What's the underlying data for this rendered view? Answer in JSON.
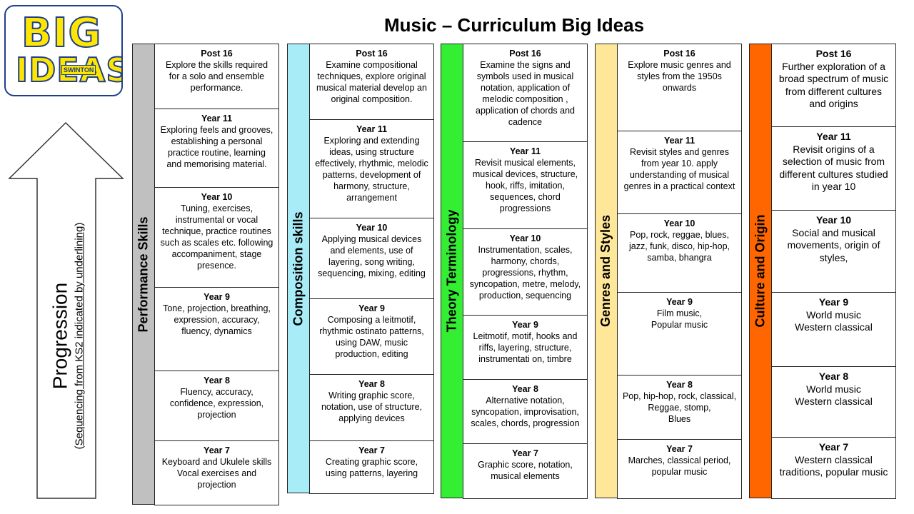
{
  "title": "Music – Curriculum Big Ideas",
  "logo": {
    "big": "BIG",
    "ideas": "IDEAS",
    "school": "SWINTON"
  },
  "progression": {
    "title": "Progression",
    "subtitle_prefix": "(",
    "subtitle_underlined": "Sequencing from KS2 indicated by underlining",
    "subtitle_suffix": ")"
  },
  "colors": {
    "performance": "#c0c0c0",
    "composition": "#a8ecf8",
    "theory": "#33ee33",
    "genres": "#ffe79a",
    "culture": "#ff6600",
    "border": "#222222",
    "logo_yellow": "#ffe600",
    "logo_blue": "#1f3f8a"
  },
  "columns": [
    {
      "key": "performance",
      "label": "Performance Skills",
      "cells": [
        {
          "year": "Post 16",
          "text": "Explore the skills required for a solo and ensemble performance."
        },
        {
          "year": "Year 11",
          "text": "Exploring feels and grooves, establishing a personal practice routine, learning and memorising material."
        },
        {
          "year": "Year 10",
          "text": "Tuning, exercises, instrumental or vocal technique, practice routines such as scales etc.  following accompaniment, stage presence."
        },
        {
          "year": "Year 9",
          "text": "Tone, projection, breathing, expression, accuracy, fluency, dynamics"
        },
        {
          "year": "Year 8",
          "text": "Fluency, accuracy, confidence, expression, projection"
        },
        {
          "year": "Year 7",
          "text": "Keyboard and Ukulele skills\nVocal exercises and projection"
        }
      ]
    },
    {
      "key": "composition",
      "label": "Composition skills",
      "cells": [
        {
          "year": "Post 16",
          "text": "Examine compositional techniques, explore original musical material develop an original composition."
        },
        {
          "year": "Year 11",
          "text": "Exploring and extending ideas, using structure effectively, rhythmic, melodic patterns,  development of harmony, structure, arrangement"
        },
        {
          "year": "Year 10",
          "text": "Applying musical devices and elements, use of layering, song writing, sequencing, mixing, editing"
        },
        {
          "year": "Year 9",
          "text": "Composing a leitmotif, rhythmic  ostinato patterns, using DAW, music production, editing"
        },
        {
          "year": "Year 8",
          "text": "Writing graphic score, notation, use of structure, applying devices"
        },
        {
          "year": "Year 7",
          "text": "Creating graphic score, using patterns, layering"
        }
      ]
    },
    {
      "key": "theory",
      "label": "Theory Terminology",
      "cells": [
        {
          "year": "Post 16",
          "text": "Examine the signs and symbols used in musical notation, application of melodic composition , application of chords and cadence"
        },
        {
          "year": "Year 11",
          "text": "Revisit musical elements, musical devices, structure, hook, riffs, imitation, sequences, chord progressions"
        },
        {
          "year": "Year 10",
          "text": "Instrumentation, scales, harmony, chords, progressions, rhythm, syncopation, metre, melody, production, sequencing"
        },
        {
          "year": "Year 9",
          "text": "Leitmotif, motif, hooks and riffs, layering, structure, instrumentati on, timbre"
        },
        {
          "year": "Year 8",
          "text": "Alternative notation, syncopation, improvisation, scales, chords, progression"
        },
        {
          "year": "Year 7",
          "text": "Graphic score, notation, musical elements"
        }
      ]
    },
    {
      "key": "genres",
      "label": "Genres and Styles",
      "cells": [
        {
          "year": "Post 16",
          "text": "Explore music genres and styles from the 1950s onwards"
        },
        {
          "year": "Year 11",
          "text": "Revisit styles and genres from year 10. apply understanding of musical genres in a practical context"
        },
        {
          "year": "Year 10",
          "text": "Pop, rock, reggae, blues, jazz, funk, disco, hip-hop, samba, bhangra"
        },
        {
          "year": "Year 9",
          "text": "Film music,\nPopular music"
        },
        {
          "year": "Year 8",
          "text": "Pop, hip-hop, rock, classical, Reggae, stomp,\nBlues"
        },
        {
          "year": "Year 7",
          "text": "Marches, classical period, popular music"
        }
      ]
    },
    {
      "key": "culture",
      "label": "Culture and Origin",
      "cells": [
        {
          "year": "Post 16",
          "text": "Further exploration of a broad spectrum of music from different cultures and origins"
        },
        {
          "year": "Year 11",
          "text": "Revisit origins of a selection of  music from different cultures studied in year 10"
        },
        {
          "year": "Year 10",
          "text": "Social and musical movements, origin of styles,"
        },
        {
          "year": "Year 9",
          "text": "World music\nWestern classical"
        },
        {
          "year": "Year 8",
          "text": "World music\nWestern classical"
        },
        {
          "year": "Year 7",
          "text": "Western classical traditions, popular music"
        }
      ]
    }
  ]
}
